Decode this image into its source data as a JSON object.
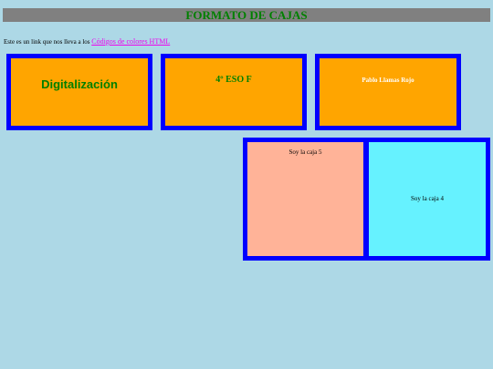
{
  "header": {
    "title": "FORMATO DE CAJAS"
  },
  "intro": {
    "text": "Este es un link que nos lleva a los ",
    "link_label": "Códigos de colores HTML"
  },
  "boxes": {
    "box1": "Digitalización",
    "box2": "4º ESO F",
    "box3": "Pablo Llamas Rojo",
    "box5": "Soy la caja 5",
    "box4": "Soy la caja 4"
  },
  "colors": {
    "page_background": "#add8e6",
    "title_bar": "#808080",
    "title_text": "#008000",
    "box_border": "#0000ff",
    "box_orange": "#ffa500",
    "box5_background": "#ffb398",
    "box4_background": "#66f2ff",
    "link": "#ee00ee"
  }
}
